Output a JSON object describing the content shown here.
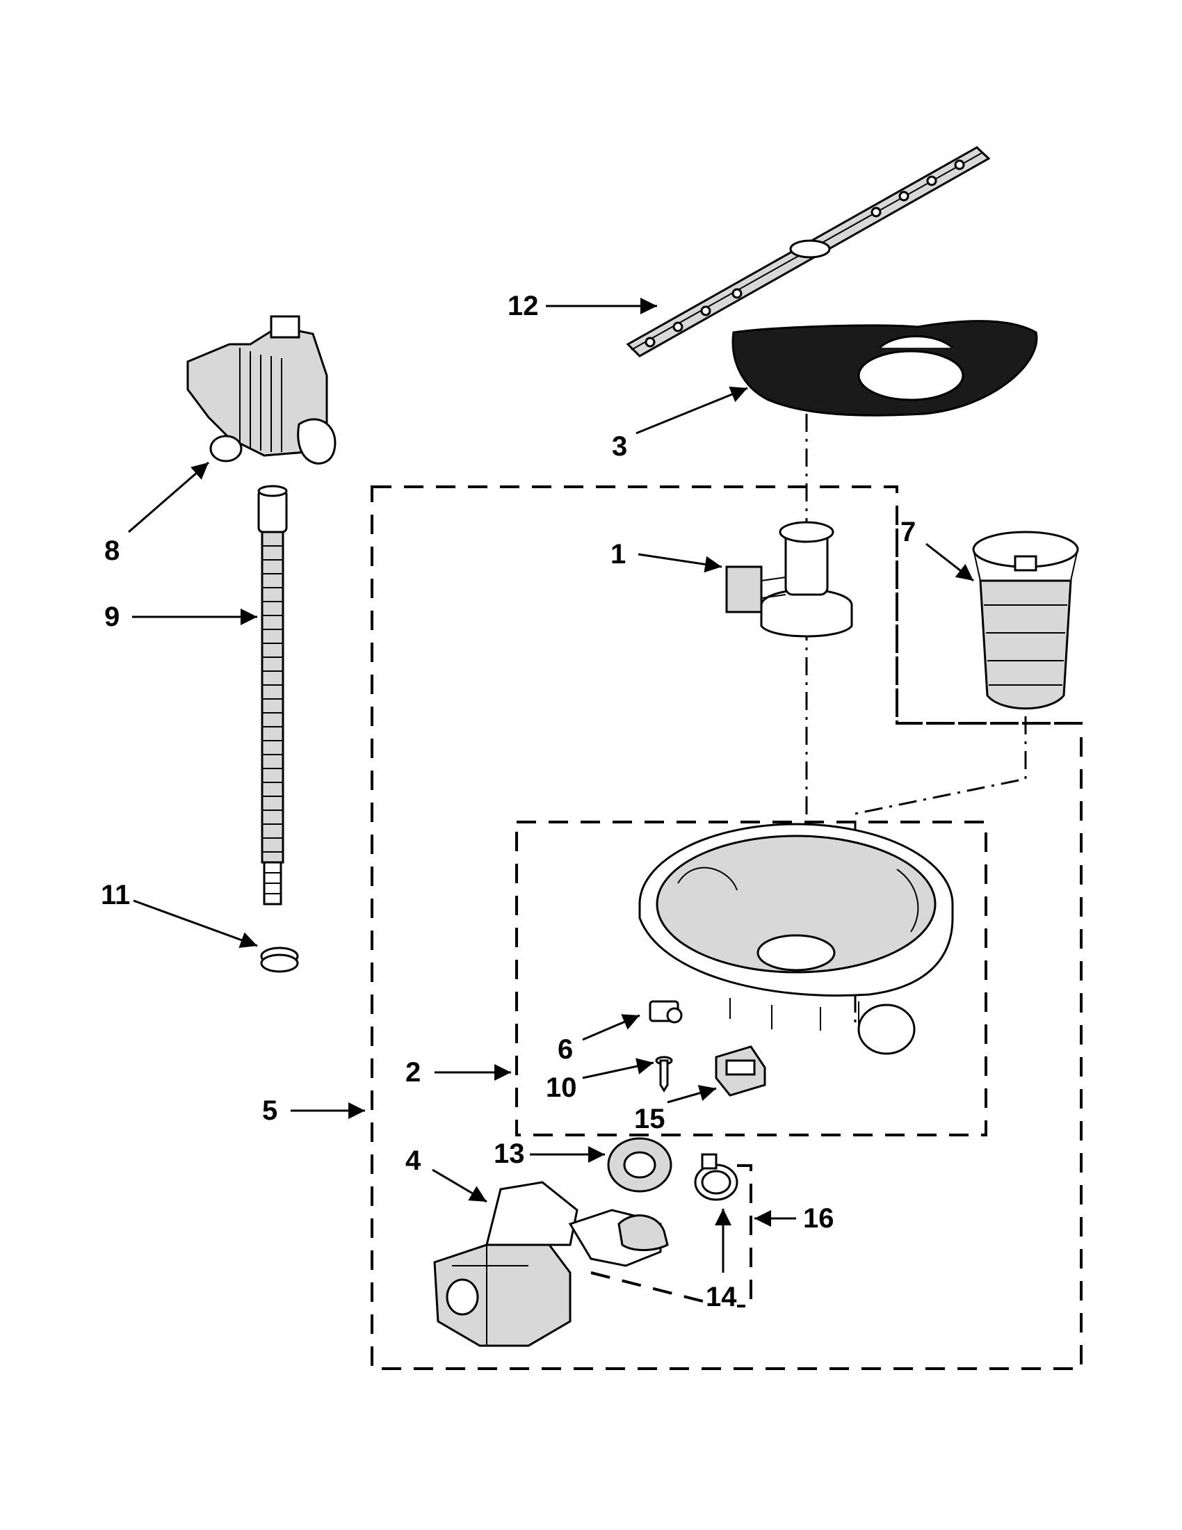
{
  "diagram": {
    "callouts": [
      {
        "id": "1",
        "label": "1"
      },
      {
        "id": "2",
        "label": "2"
      },
      {
        "id": "3",
        "label": "3"
      },
      {
        "id": "4",
        "label": "4"
      },
      {
        "id": "5",
        "label": "5"
      },
      {
        "id": "6",
        "label": "6"
      },
      {
        "id": "7",
        "label": "7"
      },
      {
        "id": "8",
        "label": "8"
      },
      {
        "id": "9",
        "label": "9"
      },
      {
        "id": "10",
        "label": "10"
      },
      {
        "id": "11",
        "label": "11"
      },
      {
        "id": "12",
        "label": "12"
      },
      {
        "id": "13",
        "label": "13"
      },
      {
        "id": "14",
        "label": "14"
      },
      {
        "id": "15",
        "label": "15"
      },
      {
        "id": "16",
        "label": "16"
      }
    ],
    "colors": {
      "ink": "#000000",
      "paper": "#ffffff",
      "fill_dark": "#1a1a1a",
      "fill_grey": "#d8d8d8"
    }
  }
}
